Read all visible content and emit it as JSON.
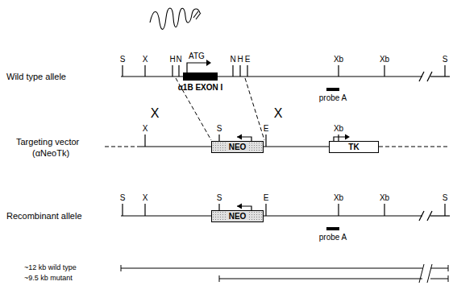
{
  "diagram": {
    "nodes": [
      {
        "text": [
          "α1B EXON I"
        ]
      },
      {
        "text": [
          "NEO"
        ]
      },
      {
        "text": [
          "TK"
        ]
      },
      {
        "text": [
          "NEO"
        ]
      }
    ],
    "labels": [
      "Wild type allele",
      "Targeting vector",
      "(αNeoTk)",
      "Recombinant allele",
      "S",
      "X",
      "H",
      "N",
      "N",
      "H",
      "E",
      "Xb",
      "Xb",
      "S",
      "ATG",
      "probe A",
      "X",
      "X",
      "X",
      "S",
      "E",
      "Xb",
      "S",
      "X",
      "S",
      "E",
      "Xb",
      "Xb",
      "S",
      "probe A",
      "~12 kb wild type",
      "~9.5 kb mutant"
    ]
  }
}
